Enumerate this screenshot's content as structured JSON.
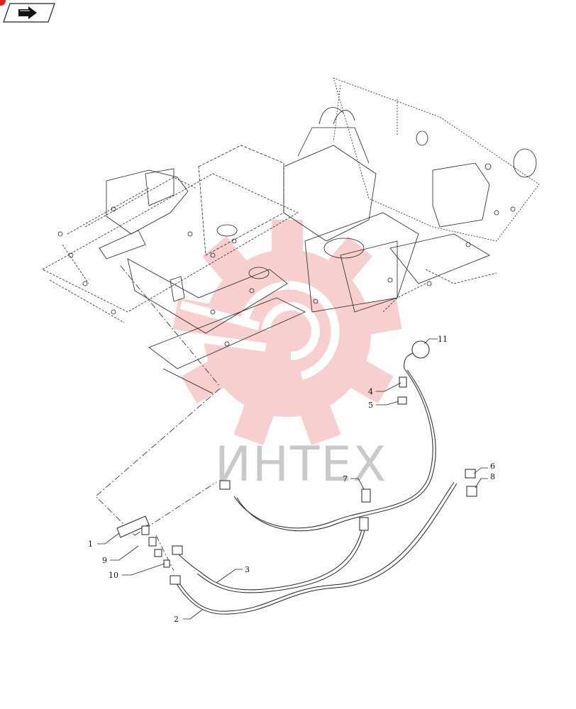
{
  "diagram": {
    "watermark": {
      "text": "ИНТЕХ",
      "color": "#f5b8b8"
    },
    "nav": {
      "icon": "arrow-right-icon",
      "badge_color": "#e0201b"
    },
    "callouts": [
      {
        "id": "1",
        "label": "1"
      },
      {
        "id": "2",
        "label": "2"
      },
      {
        "id": "3",
        "label": "3"
      },
      {
        "id": "4",
        "label": "4"
      },
      {
        "id": "5",
        "label": "5"
      },
      {
        "id": "6",
        "label": "6"
      },
      {
        "id": "7",
        "label": "7"
      },
      {
        "id": "8",
        "label": "8"
      },
      {
        "id": "9",
        "label": "9"
      },
      {
        "id": "10",
        "label": "10"
      },
      {
        "id": "11",
        "label": "11"
      }
    ]
  }
}
